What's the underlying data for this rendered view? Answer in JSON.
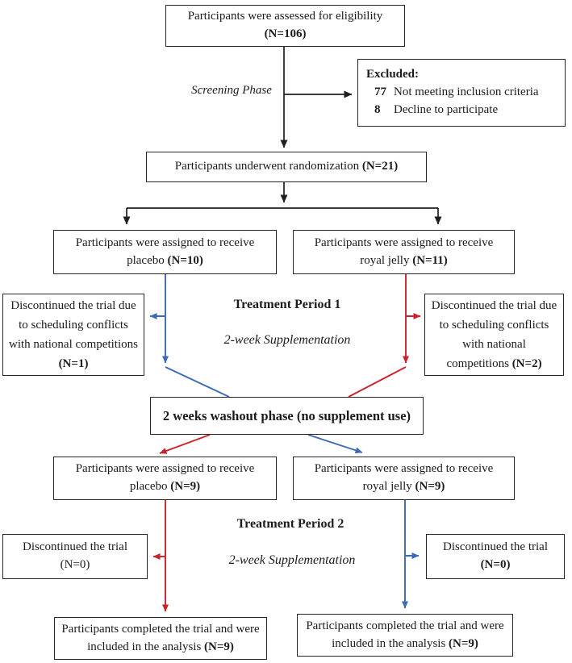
{
  "colors": {
    "black": "#1f1f1f",
    "blue": "#3c6ab5",
    "red": "#c9242b"
  },
  "labels": {
    "screening": "Screening Phase",
    "period1_title": "Treatment Period 1",
    "period1_sub": "2-week Supplementation",
    "period2_title": "Treatment Period 2",
    "period2_sub": "2-week Supplementation"
  },
  "boxes": {
    "eligibility": {
      "line1": "Participants were assessed for eligibility",
      "n": "(N=106)"
    },
    "excluded": {
      "title": "Excluded:",
      "items": [
        {
          "num": "77",
          "text": "Not meeting inclusion criteria"
        },
        {
          "num": "8",
          "text": "Decline to participate"
        }
      ]
    },
    "randomization": {
      "text": "Participants underwent randomization ",
      "n": "(N=21)"
    },
    "assigned_p1_placebo": {
      "line1": "Participants were assigned to receive",
      "line2": "placebo ",
      "n": "(N=10)"
    },
    "assigned_p1_rj": {
      "line1": "Participants were assigned to receive",
      "line2": "royal jelly ",
      "n": "(N=11)"
    },
    "disc_p1_left": {
      "text": "Discontinued the trial due to scheduling conflicts with national competitions ",
      "n": "(N=1)"
    },
    "disc_p1_right": {
      "text": "Discontinued the trial due to scheduling conflicts with national competitions ",
      "n": "(N=2)"
    },
    "washout": {
      "text": "2 weeks washout phase (no supplement use)"
    },
    "assigned_p2_placebo": {
      "line1": "Participants were assigned to receive",
      "line2": "placebo ",
      "n": "(N=9)"
    },
    "assigned_p2_rj": {
      "line1": "Participants were assigned to receive",
      "line2": "royal jelly ",
      "n": "(N=9)"
    },
    "disc_p2_left": {
      "line1": "Discontinued the trial",
      "n": "(N=0)"
    },
    "disc_p2_right": {
      "line1": "Discontinued the trial",
      "n": "(N=0)"
    },
    "completed_left": {
      "text": "Participants completed the trial and were included in the analysis ",
      "n": "(N=9)"
    },
    "completed_right": {
      "text": "Participants completed the trial and were included in the analysis ",
      "n": "(N=9)"
    }
  }
}
